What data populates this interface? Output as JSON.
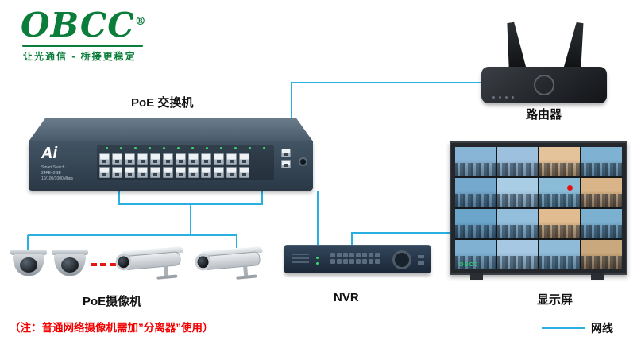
{
  "logo": {
    "text": "OBCC",
    "reg": "®",
    "tagline": "让光通信 - 桥接更稳定"
  },
  "labels": {
    "switch": "PoE 交换机",
    "router": "路由器",
    "display": "显示屏",
    "nvr": "NVR",
    "cameras": "PoE摄像机",
    "note": "（注：普通网络摄像机需加”分离器”使用）",
    "legend": "网线"
  },
  "switch": {
    "brand": "Ai",
    "line1": "Smart Switch",
    "line2": "24FE+2GE 10/100/1000Mbps",
    "ports_per_row": 12,
    "rows": 2
  },
  "nvr": {
    "button_count": 16
  },
  "display_wall": {
    "brand": "OBCC",
    "rows": 4,
    "cols": 4,
    "marker_index": 6,
    "cells": [
      [
        "#88b4d6",
        "#5a7a92"
      ],
      [
        "#9cc0de",
        "#6b88a0"
      ],
      [
        "#e4c29a",
        "#9c7448"
      ],
      [
        "#7fb2d2",
        "#4e7390"
      ],
      [
        "#74a8cc",
        "#42688a"
      ],
      [
        "#aacde6",
        "#6e8ea4"
      ],
      [
        "#8abcd8",
        "#4f7e9a"
      ],
      [
        "#d9b488",
        "#8a6240"
      ],
      [
        "#6ba6ca",
        "#3c6484"
      ],
      [
        "#93bedc",
        "#5880a0"
      ],
      [
        "#e0bc90",
        "#966c42"
      ],
      [
        "#7cb0d0",
        "#49708e"
      ],
      [
        "#80b0d2",
        "#4a6e8c"
      ],
      [
        "#a6c8e2",
        "#68889e"
      ],
      [
        "#8fbad8",
        "#527c98"
      ],
      [
        "#caa87e",
        "#7e5a38"
      ]
    ]
  },
  "colors": {
    "cable": "#29b0e0",
    "note": "#f40000",
    "logo_green": "#0b7d3b"
  }
}
